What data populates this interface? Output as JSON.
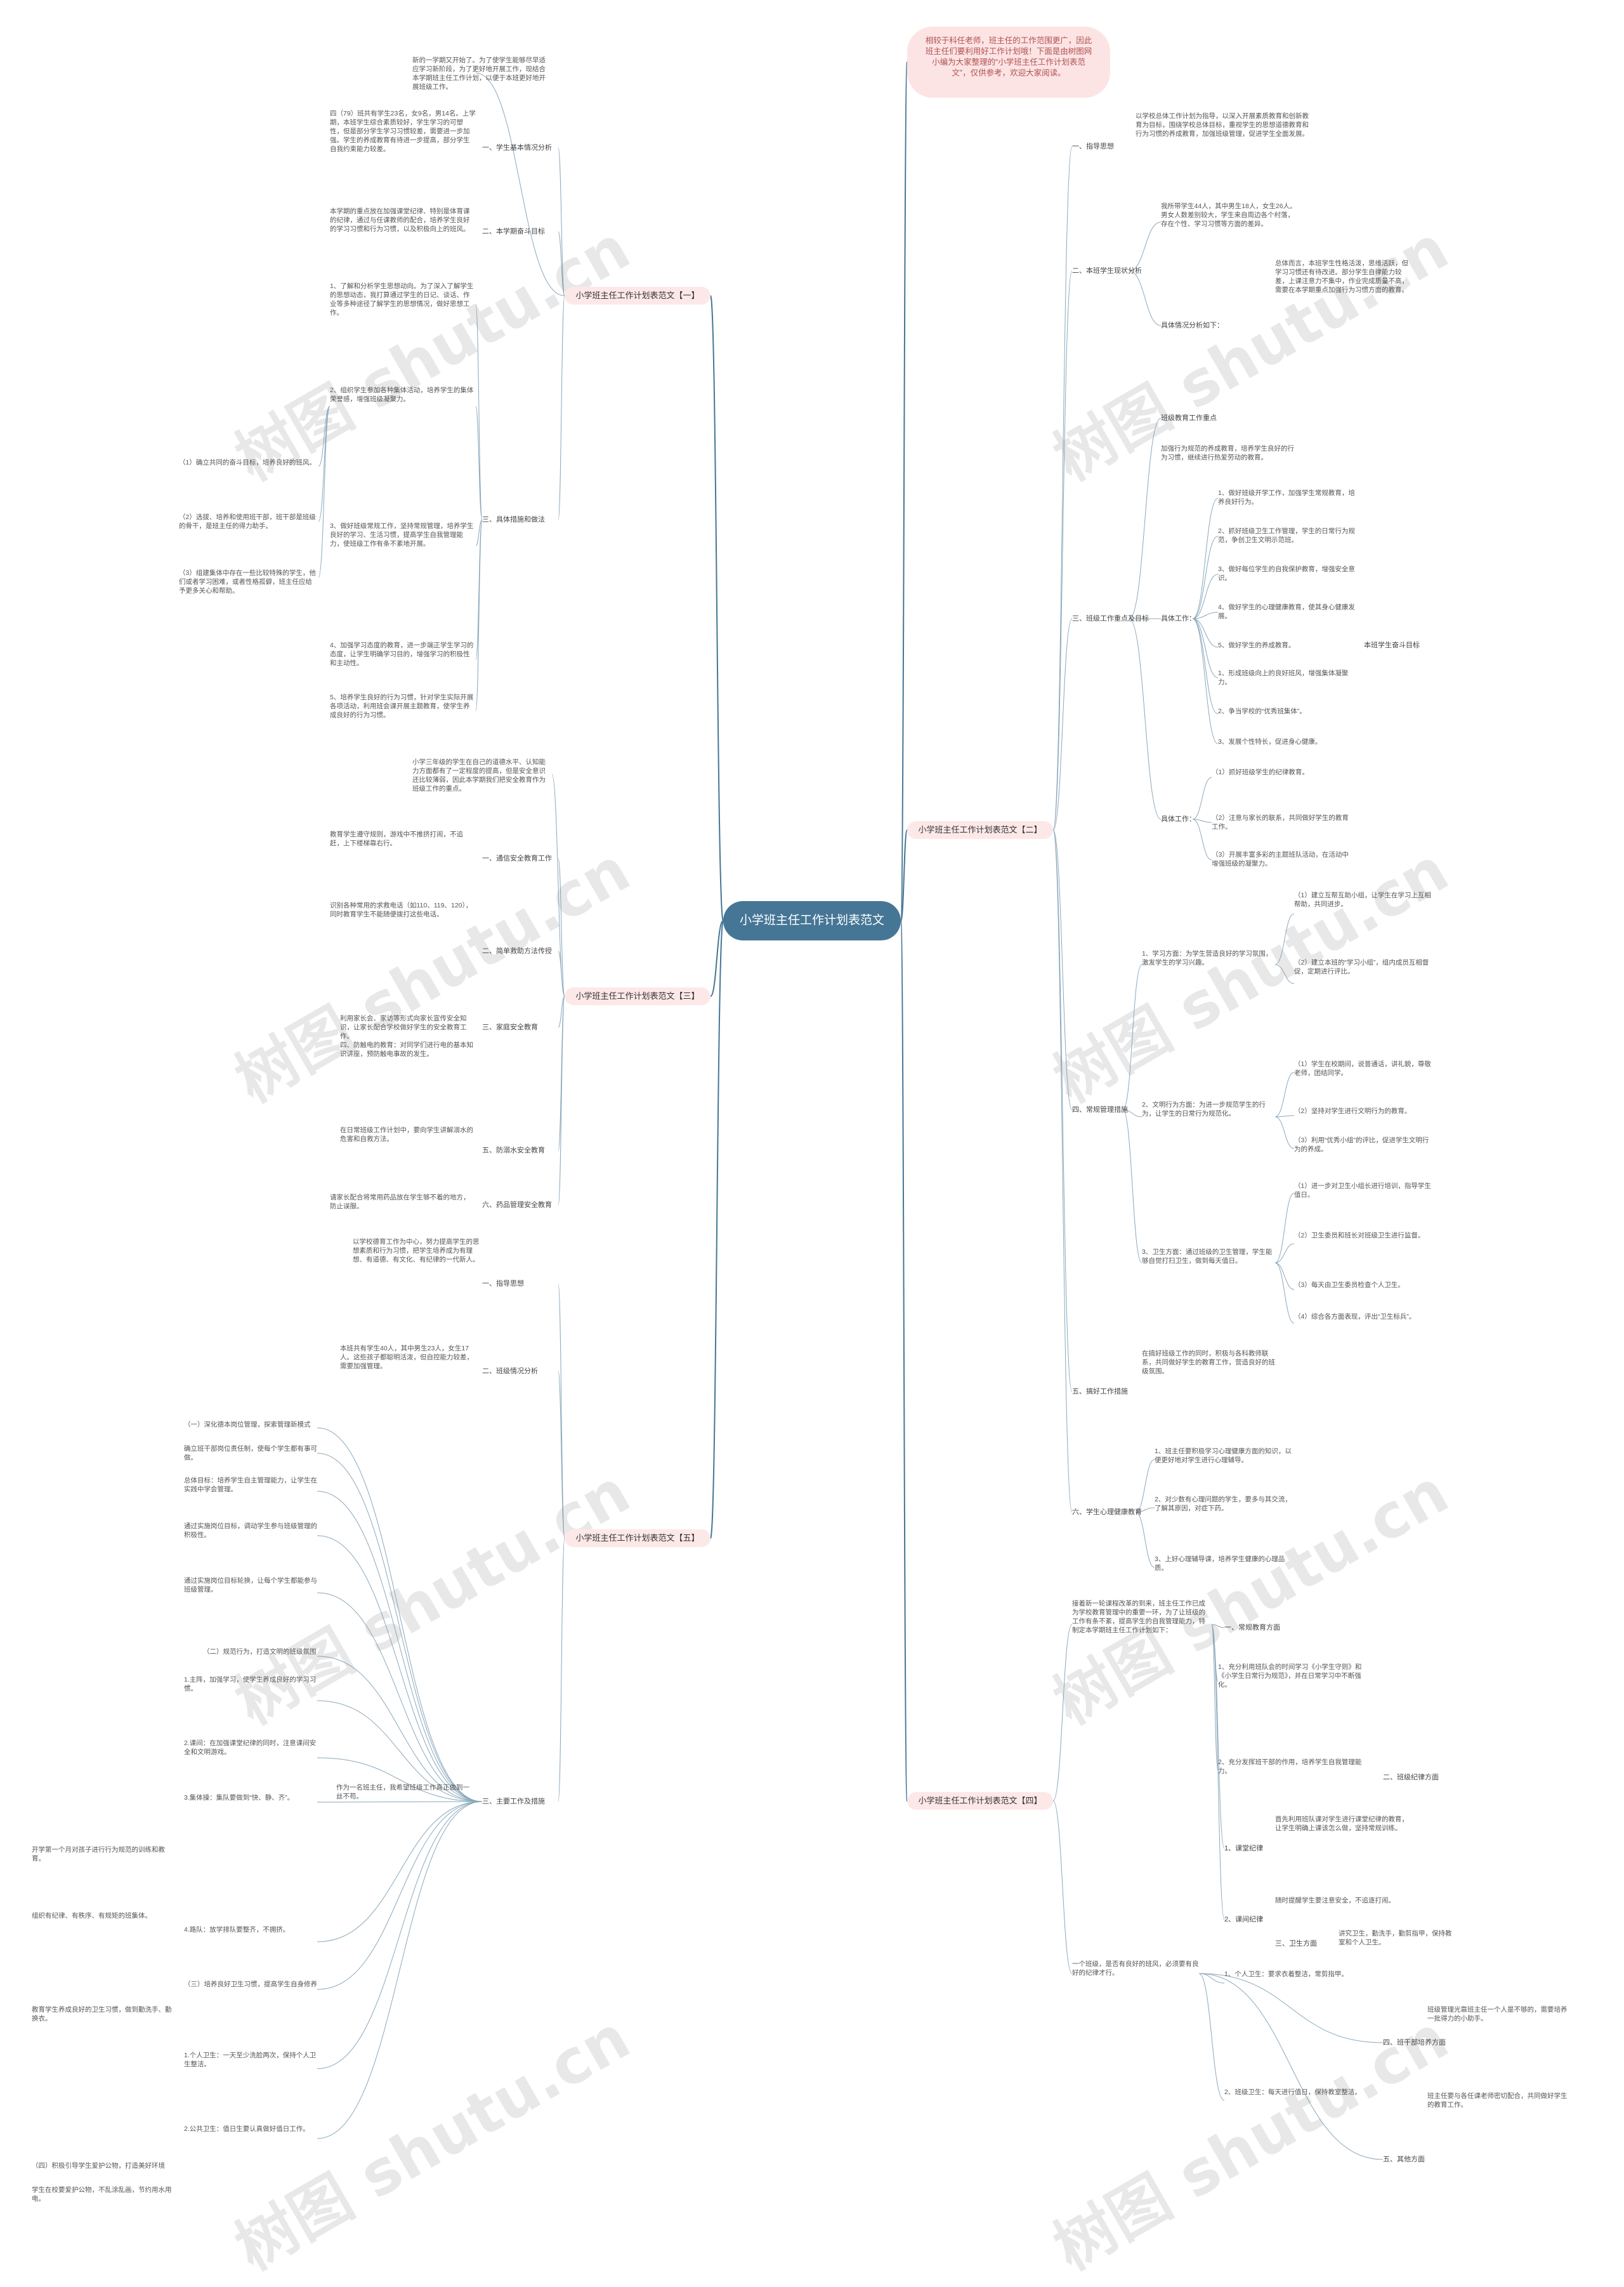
{
  "root": "小学班主任工作计划表范文",
  "intro": "相较于科任老师，班主任的工作范围更广，因此班主任们要利用好工作计划哦！下面是由树图网小编为大家整理的“小学班主任工作计划表范文”，仅供参考，欢迎大家阅读。",
  "watermark": "树图 shutu.cn",
  "branches": {
    "b1": "小学班主任工作计划表范文【一】",
    "b2": "小学班主任工作计划表范文【二】",
    "b3": "小学班主任工作计划表范文【三】",
    "b4": "小学班主任工作计划表范文【四】",
    "b5": "小学班主任工作计划表范文【五】"
  },
  "b1": {
    "intro": "新的一学期又开始了。为了使学生能够尽早适应学习新阶段，为了更好地开展工作，现结合本学期班主任工作计划，以便于本班更好地开展班级工作。",
    "s1": "一、学生基本情况分析",
    "s1_text": "四（79）班共有学生23名，女9名，男14名。上学期，本班学生综合素质较好，学生学习的可塑性，但是部分学生学习习惯较差，需要进一步加强。学生的养成教育有待进一步提高，部分学生自我约束能力较差。",
    "s2": "二、本学期奋斗目标",
    "s2_text": "本学期的重点放在加强课堂纪律、特别是体育课的纪律，通过与任课教师的配合，培养学生良好的学习习惯和行为习惯，以及积极向上的班风。",
    "s3": "三、具体措施和做法",
    "s3_1": "1、了解和分析学生思想动向。为了深入了解学生的思想动态，我打算通过学生的日记、谈话、作业等多种途径了解学生的思想情况，做好思想工作。",
    "s3_2": "2、组织学生参加各种集体活动，培养学生的集体荣誉感，增强班级凝聚力。",
    "s3_2a": "（1）确立共同的奋斗目标，培养良好的班风。",
    "s3_2b": "（2）选拔、培养和使用班干部，班干部是班级的骨干，是班主任的得力助手。",
    "s3_2c": "（3）组建集体中存在一些比较特殊的学生，他们或者学习困难，或者性格孤僻，班主任应给予更多关心和帮助。",
    "s3_3": "3、做好班级常规工作，坚持常规管理，培养学生良好的学习、生活习惯，提高学生自我管理能力，使班级工作有条不紊地开展。",
    "s3_4": "4、加强学习态度的教育，进一步端正学生学习的态度，让学生明确学习目的，增强学习的积极性和主动性。",
    "s3_5": "5、培养学生良好的行为习惯，针对学生实际开展各项活动，利用班会课开展主题教育，使学生养成良好的行为习惯。"
  },
  "b2": {
    "s1": "一、指导思想",
    "s1_text": "以学校总体工作计划为指导，以深入开展素质教育和创新教育为目标，围绕学校总体目标，重视学生的思想道德教育和行为习惯的养成教育，加强班级管理，促进学生全面发展。",
    "s2": "二、本班学生现状分析",
    "s2_1": "我所带学生44人，其中男生18人，女生26人。男女人数差别较大，学生来自周边各个村落，存在个性、学习习惯等方面的差异。",
    "s2_2": "具体情况分析如下：",
    "s2_2_text": "总体而言，本班学生性格活泼，思维活跃，但学习习惯还有待改进。部分学生自律能力较差，上课注意力不集中，作业完成质量不高，需要在本学期重点加强行为习惯方面的教育。",
    "s3": "三、班级工作重点及目标",
    "s3_a": "班级教育工作重点",
    "s3_a_text": "加强行为规范的养成教育，培养学生良好的行为习惯，继续进行热爱劳动的教育。",
    "s3_b": "具体工作：",
    "s3_b1": "1、做好班级开学工作，加强学生常规教育，培养良好行为。",
    "s3_b2": "2、抓好班级卫生工作管理，学生的日常行为规范，争创卫生文明示范班。",
    "s3_b3": "3、做好每位学生的自我保护教育，增强安全意识。",
    "s3_b4": "4、做好学生的心理健康教育，使其身心健康发展。",
    "s3_b5": "5、做好学生的养成教育。",
    "s3_b5_r": "本班学生奋斗目标",
    "s3_b6": "1、形成班级向上的良好班风，增强集体凝聚力。",
    "s3_b7": "2、争当学校的“优秀班集体”。",
    "s3_b8": "3、发展个性特长，促进身心健康。",
    "s3_c": "具体工作：",
    "s3_c1": "（1）抓好班级学生的纪律教育。",
    "s3_c2": "（2）注意与家长的联系，共同做好学生的教育工作。",
    "s3_c3": "（3）开展丰富多彩的主题班队活动，在活动中增强班级的凝聚力。",
    "s4": "四、常规管理措施",
    "s4_1": "1、学习方面：为学生营造良好的学习氛围，激发学生的学习兴趣。",
    "s4_1a": "（1）建立互帮互助小组，让学生在学习上互相帮助，共同进步。",
    "s4_1b": "（2）建立本班的“学习小组”，组内成员互相督促，定期进行评比。",
    "s4_2": "2、文明行为方面：为进一步规范学生的行为，让学生的日常行为规范化。",
    "s4_2a": "（1）学生在校期间，说普通话，讲礼貌，尊敬老师，团结同学。",
    "s4_2b": "（2）坚持对学生进行文明行为的教育。",
    "s4_2c": "（3）利用“优秀小组”的评比，促进学生文明行为的养成。",
    "s4_3": "3、卫生方面：通过班级的卫生管理，学生能够自觉打扫卫生，做到每天值日。",
    "s4_3a": "（1）进一步对卫生小组长进行培训，指导学生值日。",
    "s4_3b": "（2）卫生委员和班长对班级卫生进行监督。",
    "s4_3c": "（3）每天由卫生委员检查个人卫生。",
    "s4_3d": "（4）综合各方面表现，评出“卫生标兵”。",
    "s5": "五、搞好工作措施",
    "s5_text": "在搞好班级工作的同时，积极与各科教师联系，共同做好学生的教育工作，营造良好的班级氛围。",
    "s6": "六、学生心理健康教育",
    "s6_1": "1、班主任要积极学习心理健康方面的知识，以便更好地对学生进行心理辅导。",
    "s6_2": "2、对少数有心理问题的学生，要多与其交流，了解其原因，对症下药。",
    "s6_3": "3、上好心理辅导课，培养学生健康的心理品质。"
  },
  "b3": {
    "intro": "小学三年级的学生在自己的道德水平、认知能力方面都有了一定程度的提高，但是安全意识还比较薄弱，因此本学期我们把安全教育作为班级工作的重点。",
    "s1": "一、通信安全教育工作",
    "s1_text": "教育学生遵守规则，游戏中不推挤打闹，不追赶，上下楼梯靠右行。",
    "s2": "二、简单救助方法传授",
    "s2_text": "识别各种常用的求救电话（如110、119、120），同时教育学生不能随便拨打这些电话。",
    "s3": "三、家庭安全教育",
    "s3_1": "利用家长会、家访等形式向家长宣传安全知识，让家长配合学校做好学生的安全教育工作。",
    "s3_2": "四、防触电的教育：对同学们进行电的基本知识讲座，预防触电事故的发生。",
    "s4": "五、防溺水安全教育",
    "s4_text": "在日常班级工作计划中，要向学生讲解溺水的危害和自救方法。",
    "s5": "六、药品管理安全教育",
    "s5_text": "请家长配合将常用药品放在学生够不着的地方，防止误服。"
  },
  "b4": {
    "intro": "接着新一轮课程改革的到来，班主任工作已成为学校教育管理中的重要一环，为了让班级的工作有条不紊，提高学生的自我管理能力，特制定本学期班主任工作计划如下：",
    "s1": "一、常规教育方面",
    "s1_1": "1、充分利用班队会的时间学习《小学生守则》和《小学生日常行为规范》，并在日常学习中不断强化。",
    "s1_2": "2、充分发挥班干部的作用，培养学生自我管理能力。",
    "s2": "二、班级纪律方面",
    "s2_1": "1、课堂纪律",
    "s2_1_text": "首先利用班队课对学生进行课堂纪律的教育，让学生明确上课该怎么做，坚持常规训练。",
    "s2_2": "2、课间纪律",
    "s2_2_text": "随时提醒学生要注意安全，不追逐打闹。",
    "s2_3": "三、卫生方面",
    "s2_3_text": "讲究卫生，勤洗手，勤剪指甲，保持教室和个人卫生。",
    "s3": "一个班级，是否有良好的班风，必须要有良好的纪律才行。",
    "s3_1": "1、个人卫生：要求衣着整洁，常剪指甲。",
    "s3_2": "2、班级卫生：每天进行值日，保持教室整洁。",
    "s4": "四、班干部培养方面",
    "s4_text": "班级管理光靠班主任一个人是不够的，需要培养一批得力的小助手。",
    "s5": "五、其他方面",
    "s5_text": "班主任要与各任课老师密切配合，共同做好学生的教育工作。"
  },
  "b5": {
    "s1": "一、指导思想",
    "s1_text": "以学校德育工作为中心，努力提高学生的思想素质和行为习惯，把学生培养成为有理想、有道德、有文化、有纪律的一代新人。",
    "s2": "二、班级情况分析",
    "s2_text": "本班共有学生40人，其中男生23人，女生17人。这些孩子都聪明活泼，但自控能力较差，需要加强管理。",
    "s3": "三、主要工作及措施",
    "left_1": "（一）深化德本岗位管理，探索管理新模式",
    "left_2": "确立班干部岗位责任制，使每个学生都有事可做。",
    "left_3": "总体目标：培养学生自主管理能力，让学生在实践中学会管理。",
    "left_4": "通过实施岗位目标，调动学生参与班级管理的积极性。",
    "left_5": "通过实施岗位目标轮换，让每个学生都能参与班级管理。",
    "left_6": "（二）规范行为，打造文明的班级氛围",
    "left_7": "1.主阵，加强学习，使学生养成良好的学习习惯。",
    "left_8": "2.课间：在加强课堂纪律的同时，注意课间安全和文明游戏。",
    "left_9": "3.集体操：集队要做到“快、静、齐”。",
    "left_10": "4.路队：放学排队要整齐，不拥挤。",
    "left_11": "作为一名班主任，我希望班级工作真正做到一丝不苟。",
    "left_12": "开学第一个月对孩子进行行为规范的训练和教育。",
    "left_13": "组织有纪律、有秩序、有规矩的班集体。",
    "left_14": "（三）培养良好卫生习惯，提高学生自身修养",
    "left_15": "教育学生养成良好的卫生习惯，做到勤洗手、勤换衣。",
    "left_16": "1.个人卫生：一天至少洗脸两次，保持个人卫生整洁。",
    "left_17": "2.公共卫生：值日生要认真做好值日工作。",
    "left_18": "（四）积极引导学生爱护公物，打造美好环境",
    "left_19": "学生在校要爱护公物，不乱涂乱画，节约用水用电。"
  }
}
